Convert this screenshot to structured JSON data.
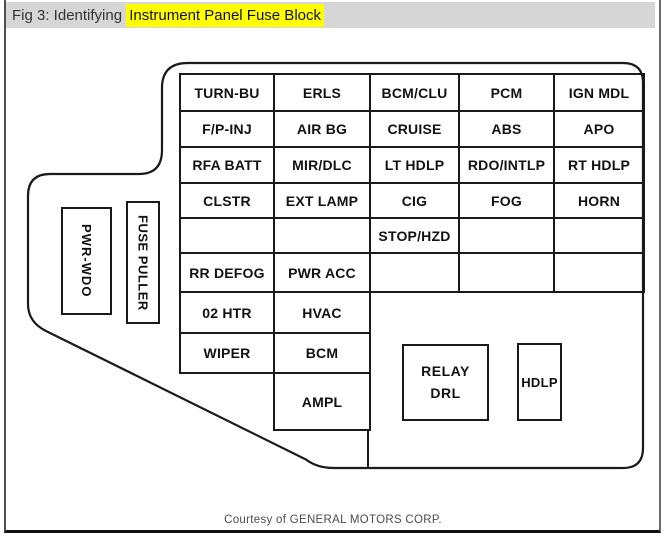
{
  "figure": {
    "label_prefix": "Fig 3: Identifying ",
    "highlighted_title": "Instrument Panel Fuse Block"
  },
  "grid": {
    "rows": [
      {
        "cells": [
          "TURN-BU",
          "ERLS",
          "BCM/CLU",
          "PCM",
          "IGN MDL"
        ]
      },
      {
        "cells": [
          "F/P-INJ",
          "AIR BG",
          "CRUISE",
          "ABS",
          "APO"
        ]
      },
      {
        "cells": [
          "RFA BATT",
          "MIR/DLC",
          "LT HDLP",
          "RDO/INTLP",
          "RT HDLP"
        ]
      },
      {
        "cells": [
          "CLSTR",
          "EXT LAMP",
          "CIG",
          "FOG",
          "HORN"
        ]
      },
      {
        "cells": [
          "",
          "",
          "STOP/HZD",
          "",
          ""
        ]
      },
      {
        "cells": [
          "RR DEFOG",
          "PWR ACC",
          "",
          "",
          ""
        ]
      },
      {
        "cells": [
          "02 HTR",
          "HVAC"
        ]
      },
      {
        "cells": [
          "WIPER",
          "BCM"
        ]
      },
      {
        "cells": [
          "AMPL"
        ]
      }
    ]
  },
  "side_components": {
    "pwr_wdo": "PWR-WDO",
    "fuse_puller": "FUSE PULLER"
  },
  "relay_area": {
    "relay_drl_line1": "RELAY",
    "relay_drl_line2": "DRL",
    "hdlp": "HDLP"
  },
  "caption": "Courtesy of GENERAL MOTORS CORP.",
  "colors": {
    "highlight": "#ffff00",
    "header_bg": "#d6d6d6",
    "line": "#1a1a1a",
    "caption_text": "#4d4d4d"
  }
}
